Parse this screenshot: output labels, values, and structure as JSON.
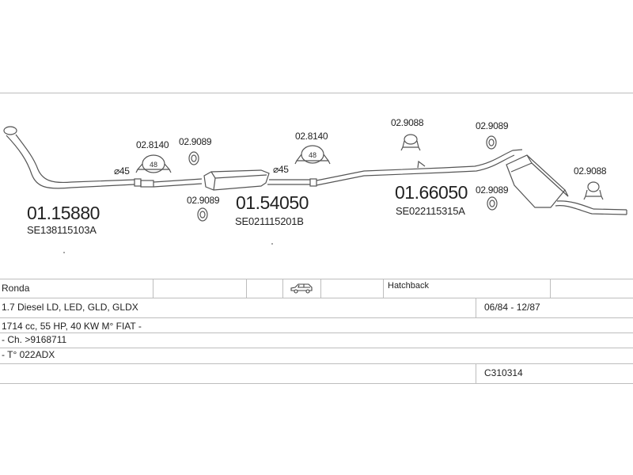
{
  "diagram": {
    "parts": [
      {
        "number": "01.15880",
        "reference": "SE138115103A"
      },
      {
        "number": "01.54050",
        "reference": "SE021115201B"
      },
      {
        "number": "01.66050",
        "reference": "SE022115315A"
      }
    ],
    "accessories": {
      "clamp_1": "02.8140",
      "ring_1": "02.9089",
      "ring_2": "02.9089",
      "clamp_2": "02.8140",
      "hanger_1": "02.9088",
      "ring_3": "02.9089",
      "ring_4": "02.9089",
      "hanger_2": "02.9088"
    },
    "clamp_size": "48",
    "diameters": [
      "⌀45",
      "⌀45"
    ]
  },
  "vehicle": {
    "model": "Ronda",
    "body_type": "Hatchback",
    "engine": "1.7 Diesel LD, LED, GLD, GLDX",
    "years": "06/84 - 12/87",
    "specs": "1714 cc, 55 HP, 40 KW M° FIAT -",
    "chassis": "- Ch. >9168711",
    "engine_type": "- T° 022ADX",
    "kit_code": "C310314"
  },
  "icons": {
    "car": "hatchback-car-icon"
  }
}
